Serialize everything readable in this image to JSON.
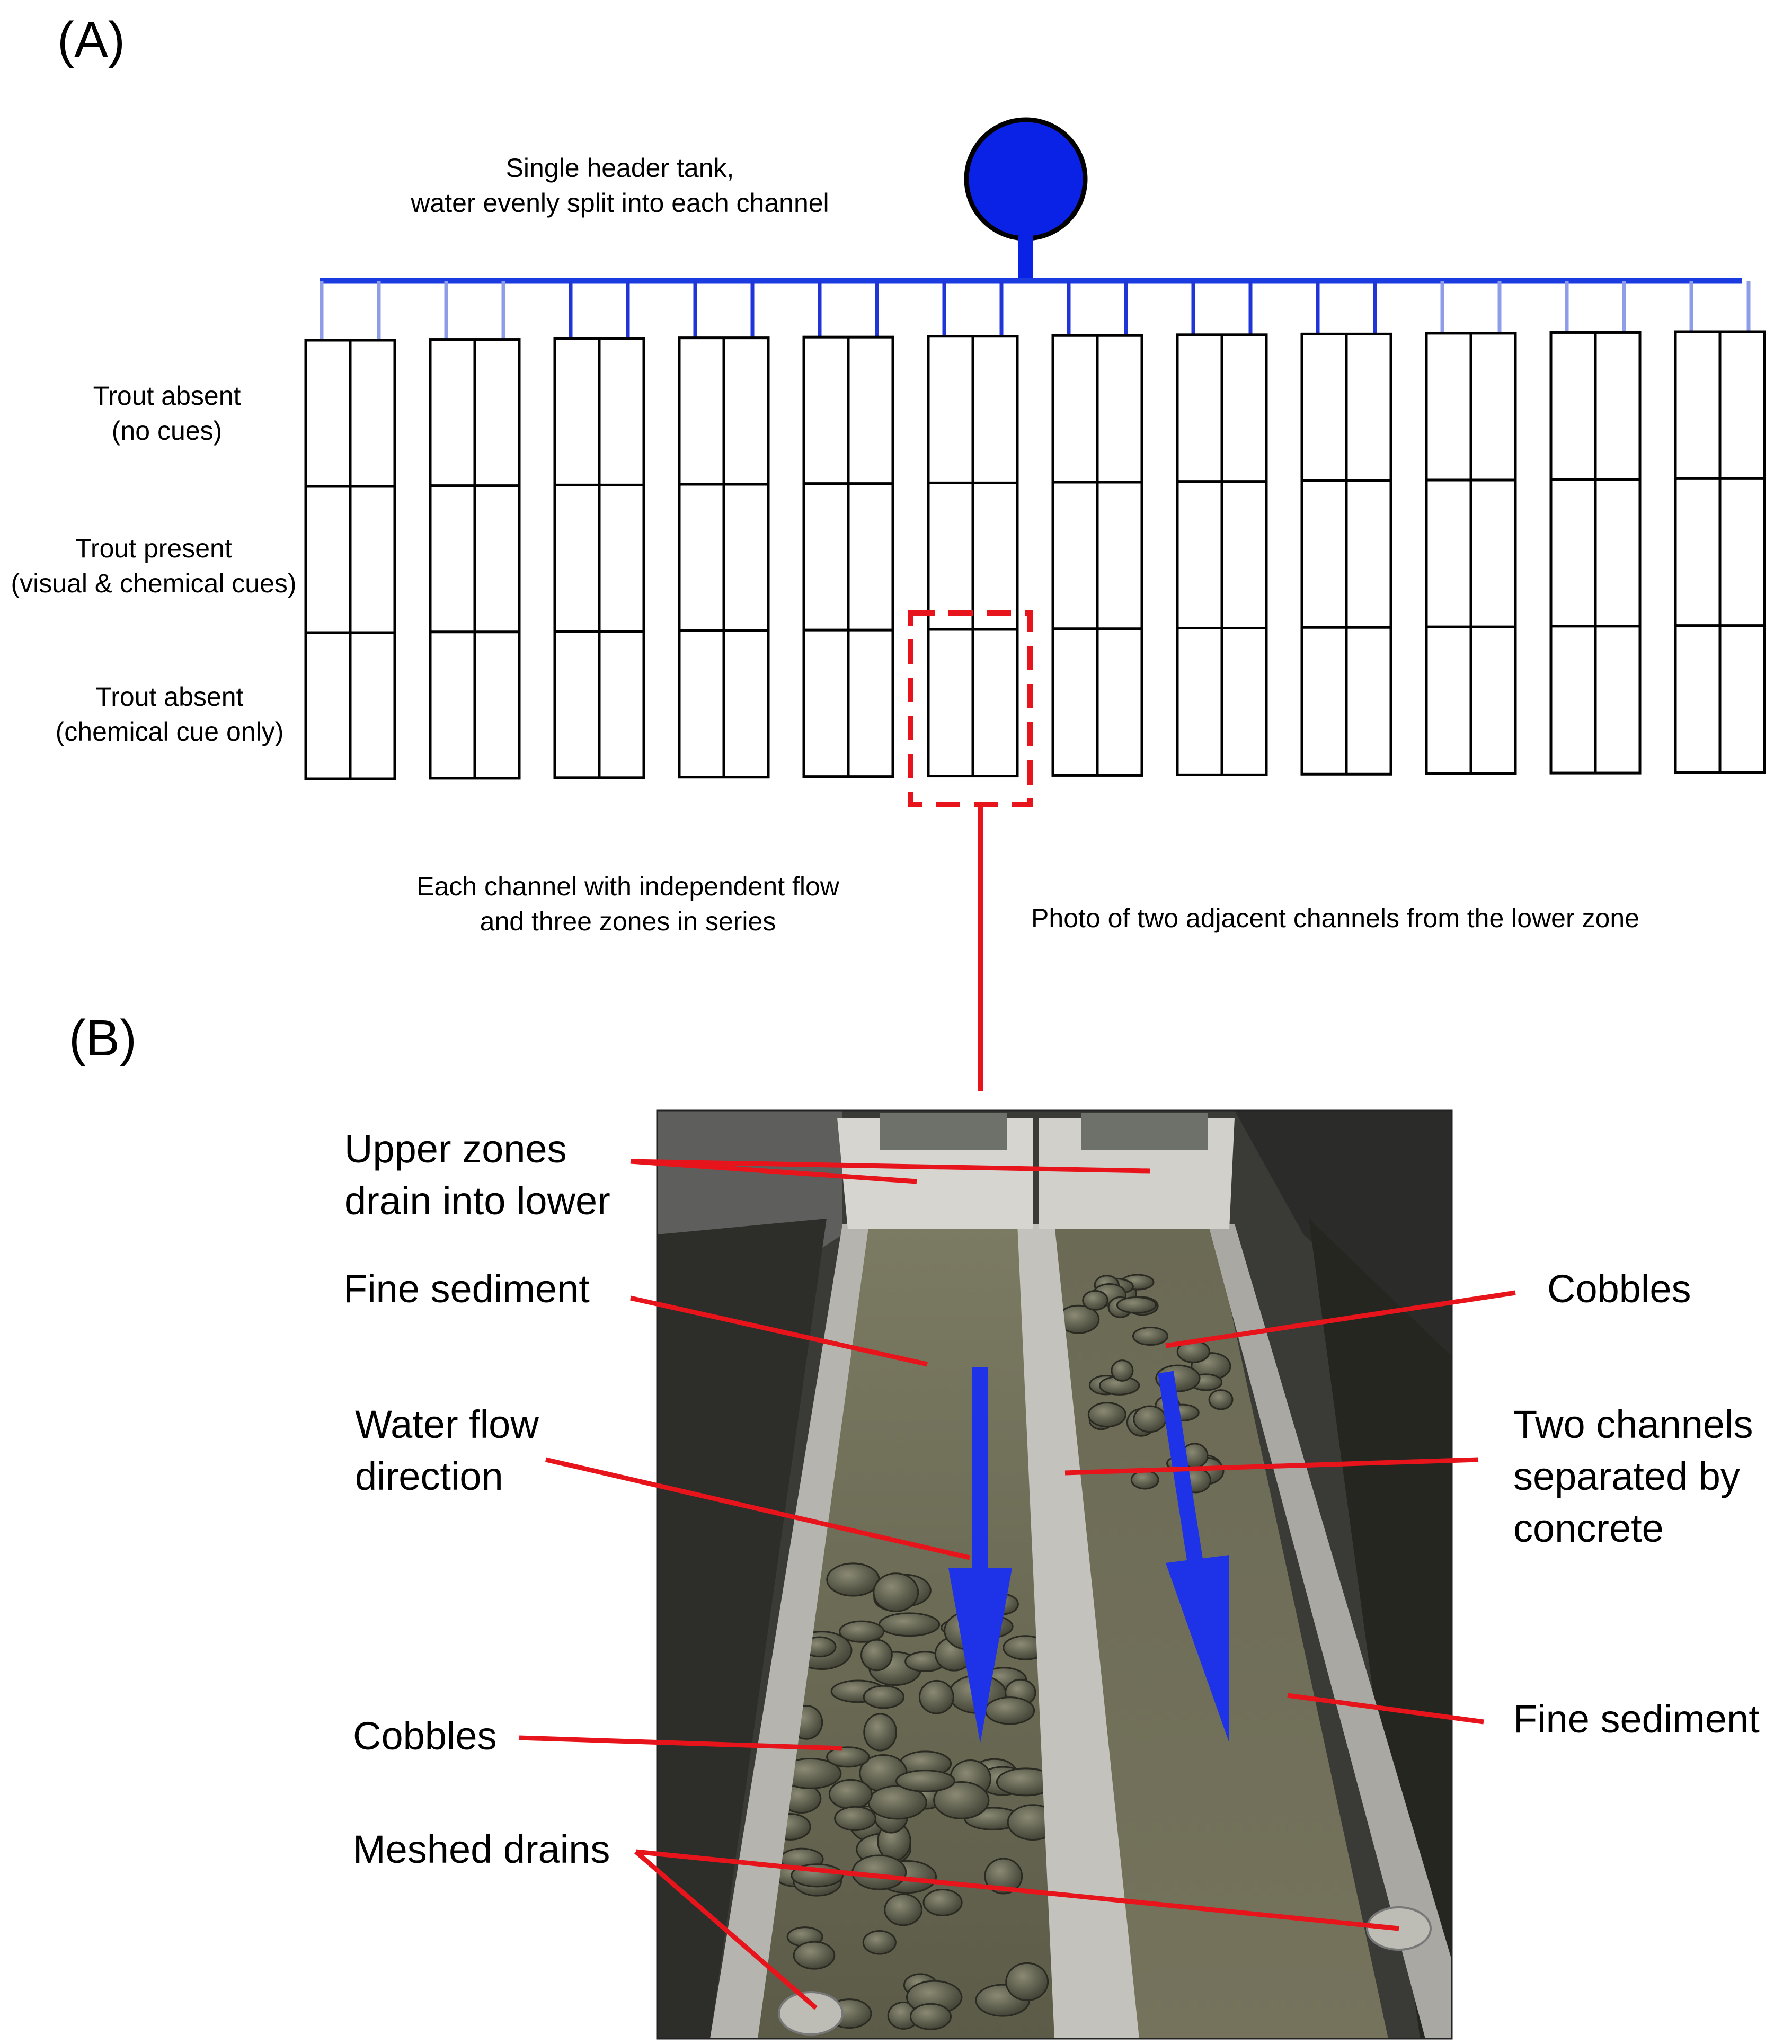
{
  "panels": {
    "a": "(A)",
    "b": "(B)"
  },
  "header_tank": {
    "line1": "Single header tank,",
    "line2": "water evenly split into each channel",
    "color": "#0a22e6"
  },
  "zones": [
    {
      "line1": "Trout absent",
      "line2": "(no cues)"
    },
    {
      "line1": "Trout present",
      "line2": "(visual & chemical cues)"
    },
    {
      "line1": "Trout absent",
      "line2": "(chemical cue only)"
    }
  ],
  "channel_note": {
    "line1": "Each channel with independent flow",
    "line2": "and three zones in series"
  },
  "photo_note": "Photo of two adjacent channels from the lower zone",
  "channel_pairs": 12,
  "highlight_color": "#e8141b",
  "flow_arrow_color": "#1e32e8",
  "photo_labels": {
    "upper": {
      "line1": "Upper zones",
      "line2": "drain into lower"
    },
    "fine_left": "Fine sediment",
    "water": {
      "line1": "Water flow",
      "line2": "direction"
    },
    "cobbles_left": "Cobbles",
    "drains": "Meshed drains",
    "cobbles_right": "Cobbles",
    "separated": {
      "line1": "Two channels",
      "line2": "separated by",
      "line3": "concrete"
    },
    "fine_right": "Fine sediment"
  }
}
